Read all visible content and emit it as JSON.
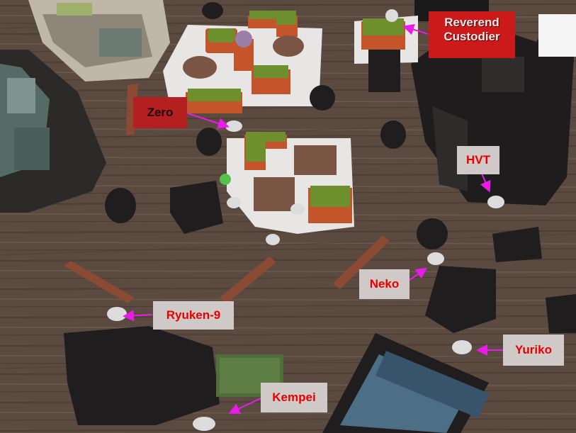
{
  "labels": {
    "reverend_custodier": {
      "line1": "Reverend",
      "line2": "Custodier"
    },
    "zero": "Zero",
    "hvt": "HVT",
    "neko": "Neko",
    "ryuken9": "Ryuken-9",
    "yuriko": "Yuriko",
    "kempei": "Kempei"
  },
  "colors": {
    "table": "#5b4a40",
    "label_bg": "#cfc9c8",
    "label_text": "#e60000",
    "arrow": "#e81be8",
    "hedge": "#6e8f2e",
    "planter": "#c4542a",
    "floor_tile": "#e8e6e4",
    "black_terrain": "#1f1d1d"
  }
}
